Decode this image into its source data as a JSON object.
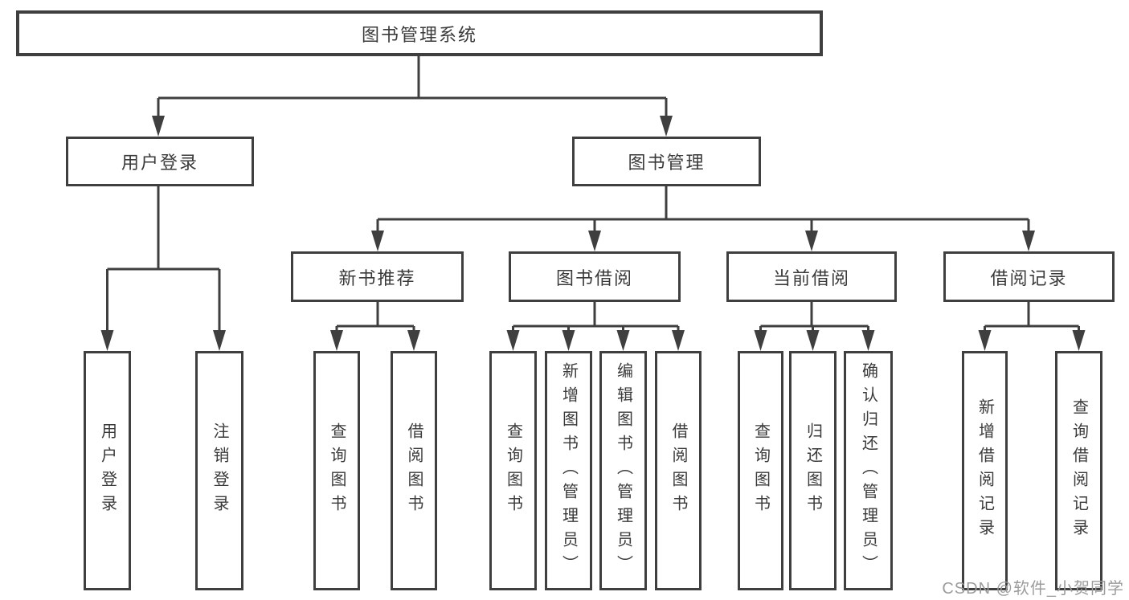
{
  "diagram": {
    "root": {
      "label": "图书管理系统"
    },
    "branches": [
      {
        "label": "用户登录",
        "leaves": [
          {
            "label": "用户登录"
          },
          {
            "label": "注销登录"
          }
        ]
      },
      {
        "label": "图书管理",
        "sections": [
          {
            "label": "新书推荐",
            "leaves": [
              {
                "label": "查询图书"
              },
              {
                "label": "借阅图书"
              }
            ]
          },
          {
            "label": "图书借阅",
            "leaves": [
              {
                "label": "查询图书"
              },
              {
                "label": "新增图书（管理员）"
              },
              {
                "label": "编辑图书（管理员）"
              },
              {
                "label": "借阅图书"
              }
            ]
          },
          {
            "label": "当前借阅",
            "leaves": [
              {
                "label": "查询图书"
              },
              {
                "label": "归还图书"
              },
              {
                "label": "确认归还（管理员）"
              }
            ]
          },
          {
            "label": "借阅记录",
            "leaves": [
              {
                "label": "新增借阅记录"
              },
              {
                "label": "查询借阅记录"
              }
            ]
          }
        ]
      }
    ]
  },
  "watermark": {
    "text": "CSDN @软件_小贺同学"
  },
  "colors": {
    "line": "#3f3f3f",
    "border": "#3f3f3f",
    "text": "#3a3a3a",
    "watermark": "#9c9c9c",
    "background": "#ffffff"
  }
}
